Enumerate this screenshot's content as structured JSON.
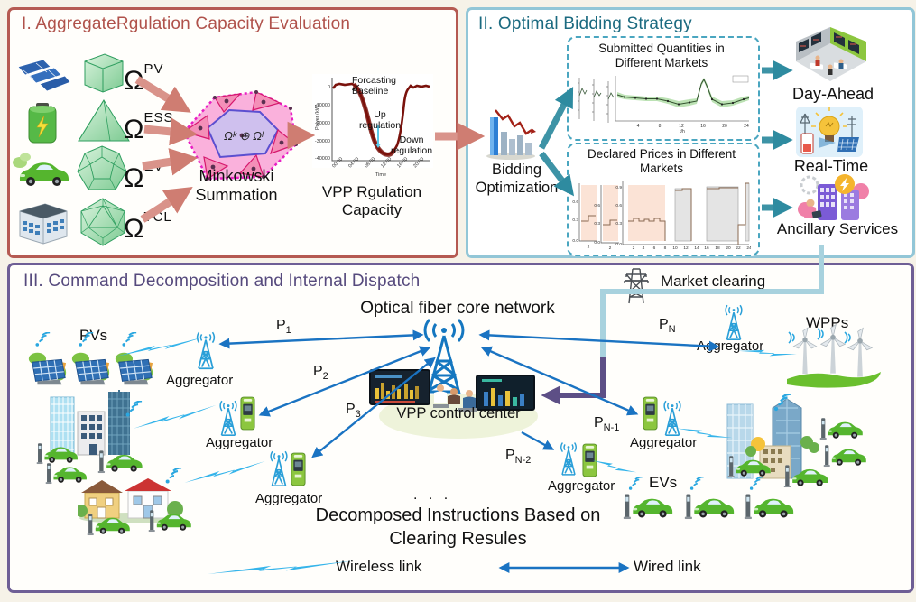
{
  "panel1": {
    "title": "I. AggregateRgulation Capacity Evaluation",
    "sources": [
      {
        "symbol": "Ω",
        "name": "PV"
      },
      {
        "symbol": "Ω",
        "name": "ESS"
      },
      {
        "symbol": "Ω",
        "name": "EV"
      },
      {
        "symbol": "Ω",
        "name": "TCL"
      }
    ],
    "formula": "Ωᵏ ⊕ Ωˡ",
    "minkowski_label": "Minkowski\nSummation",
    "reg_chart": {
      "ann_forecast": "Forcasting\nBaseline",
      "ann_up": "Up\nregulation",
      "ann_down": "Down\nregulation",
      "ylabel": "Power (kW)",
      "yticks": [
        "0",
        "-10000",
        "-20000",
        "-30000",
        "-40000"
      ],
      "xticks": [
        "00:00",
        "04:00",
        "08:00",
        "12:00",
        "16:00",
        "20:00"
      ],
      "xlabel": "Time"
    },
    "caption": "VPP Rgulation\nCapacity"
  },
  "panel2": {
    "title": "II. Optimal Bidding Strategy",
    "bidding_label": "Bidding\nOptimization",
    "quantities_box": {
      "title": "Submitted Quantities in\nDifferent Markets",
      "xticks": [
        "4",
        "8",
        "12",
        "16",
        "20",
        "24"
      ],
      "xlabel": "t/h"
    },
    "prices_box": {
      "title": "Declared Prices in Different\nMarkets",
      "yticks": [
        "0.9",
        "0.6",
        "0.3",
        "0.0"
      ],
      "sub_yticks": [
        "0.6",
        "0.3",
        "0.0"
      ],
      "sub_xtick": "2",
      "xticks": [
        "2",
        "4",
        "6",
        "8",
        "10",
        "12",
        "14",
        "16",
        "18",
        "20",
        "22",
        "24"
      ]
    },
    "markets": [
      {
        "label": "Day-Ahead"
      },
      {
        "label": "Real-Time"
      },
      {
        "label": "Ancillary Services"
      }
    ]
  },
  "panel3": {
    "title": "III. Command Decomposition and Internal Dispatch",
    "core_label": "Optical fiber core network",
    "market_clearing_label": "Market clearing",
    "control_center_label": "VPP control center",
    "pvs_label": "PVs",
    "wpps_label": "WPPs",
    "evs_label": "EVs",
    "aggregator_label": "Aggregator",
    "p_links": [
      {
        "base": "P",
        "sub": "1"
      },
      {
        "base": "P",
        "sub": "2"
      },
      {
        "base": "P",
        "sub": "3"
      },
      {
        "base": "P",
        "sub": "N"
      },
      {
        "base": "P",
        "sub": "N-1"
      },
      {
        "base": "P",
        "sub": "N-2"
      }
    ],
    "dots": ".  .  .",
    "decomposed_text": "Decomposed Instructions Based on\nClearing Resules",
    "legend": {
      "wireless": "Wireless link",
      "wired": "Wired link"
    }
  },
  "chart_data": [
    {
      "type": "line",
      "title": "VPP Rgulation Capacity",
      "xlabel": "Time",
      "ylabel": "Power (kW)",
      "x": [
        "00:00",
        "04:00",
        "08:00",
        "12:00",
        "16:00",
        "20:00",
        "24:00"
      ],
      "baseline_values": [
        500,
        500,
        -12000,
        -35000,
        -2000,
        500,
        500
      ],
      "ylim": [
        -40000,
        2000
      ],
      "annotations": [
        "Forcasting Baseline",
        "Up regulation",
        "Down regulation"
      ]
    },
    {
      "type": "line",
      "title": "Submitted Quantities in Different Markets",
      "x_range": [
        0,
        24
      ],
      "xticks": [
        4,
        8,
        12,
        16,
        20,
        24
      ],
      "note": "band series roughly flat with sharp peak at hour 16"
    },
    {
      "type": "step",
      "title": "Declared Prices in Different Markets",
      "yticks": [
        0.0,
        0.3,
        0.6,
        0.9
      ],
      "xticks": [
        2,
        4,
        6,
        8,
        10,
        12,
        14,
        16,
        18,
        20,
        22,
        24
      ],
      "values_approx": {
        "hours_1_8": 0.32,
        "hours_10_13": 0.9,
        "hours_16_22": 0.92,
        "hour_24": 0.3
      }
    }
  ]
}
